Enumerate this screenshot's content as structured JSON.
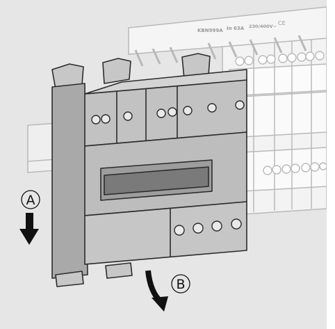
{
  "diagram": {
    "step_a": "A",
    "step_b": "B",
    "busbar_labels": [
      "KBN999A",
      "In 63A",
      "230/400V~",
      "CE"
    ]
  },
  "colors": {
    "background": "#e6e6e6",
    "device_fill": "#bdbdbd",
    "device_dark": "#9a9a9a",
    "outline": "#2b2b2b",
    "ghost_outline": "#b9b9b9",
    "ghost_fill": "#efefef"
  }
}
